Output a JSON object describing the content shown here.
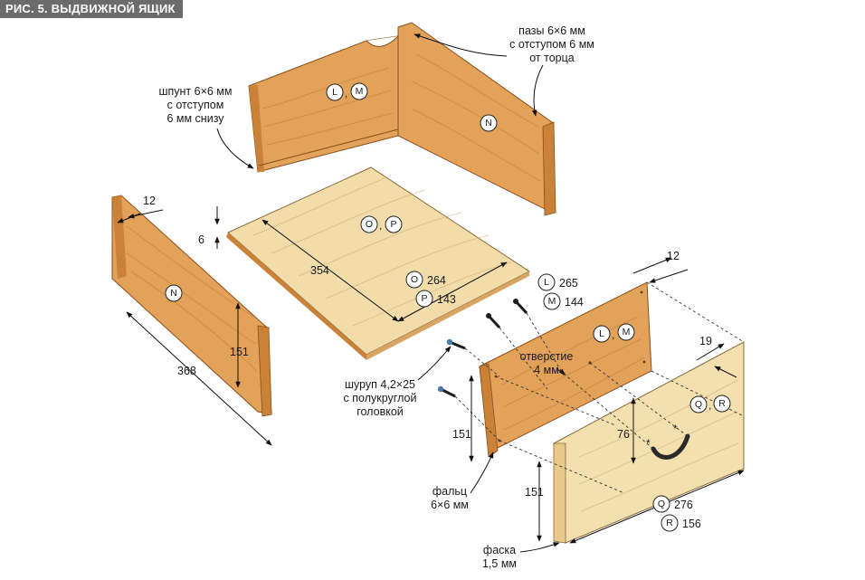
{
  "figure_title": "РИС. 5. ВЫДВИЖНОЙ ЯЩИК",
  "annotations": {
    "grooves": [
      "пазы 6×6 мм",
      "с отступом 6 мм",
      "от торца"
    ],
    "tongue": [
      "шпунт 6×6 мм",
      "с отступом",
      "6 мм снизу"
    ],
    "screw": [
      "шуруп 4,2×25",
      "с полукруглой",
      "головкой"
    ],
    "hole": [
      "отверстие",
      "4 мм"
    ],
    "rabbet": [
      "фальц",
      "6×6 мм"
    ],
    "chamfer": [
      "фаска",
      "1,5 мм"
    ]
  },
  "dimensions": {
    "side_thickness": "12",
    "side_length": "368",
    "side_height": "151",
    "bottom_thickness": "6",
    "bottom_depth": "354",
    "back_thickness": "12",
    "front_thickness": "19",
    "back_height": "151",
    "front_height": "151",
    "handle_height": "76"
  },
  "parts": {
    "back_labels": [
      "L",
      "M"
    ],
    "side_label": "N",
    "bottom_labels": [
      "O",
      "P"
    ],
    "front_labels": [
      "Q",
      "R"
    ]
  },
  "part_sizes": {
    "O": "264",
    "P": "143",
    "L": "265",
    "M": "144",
    "Q": "276",
    "R": "156"
  },
  "colors": {
    "wood_mid": "#e3a25a",
    "wood_dark": "#c98238",
    "bottom_panel": "#f1dcaa",
    "front_panel": "#f4dfae",
    "title_bg": "#6b6b6b"
  }
}
